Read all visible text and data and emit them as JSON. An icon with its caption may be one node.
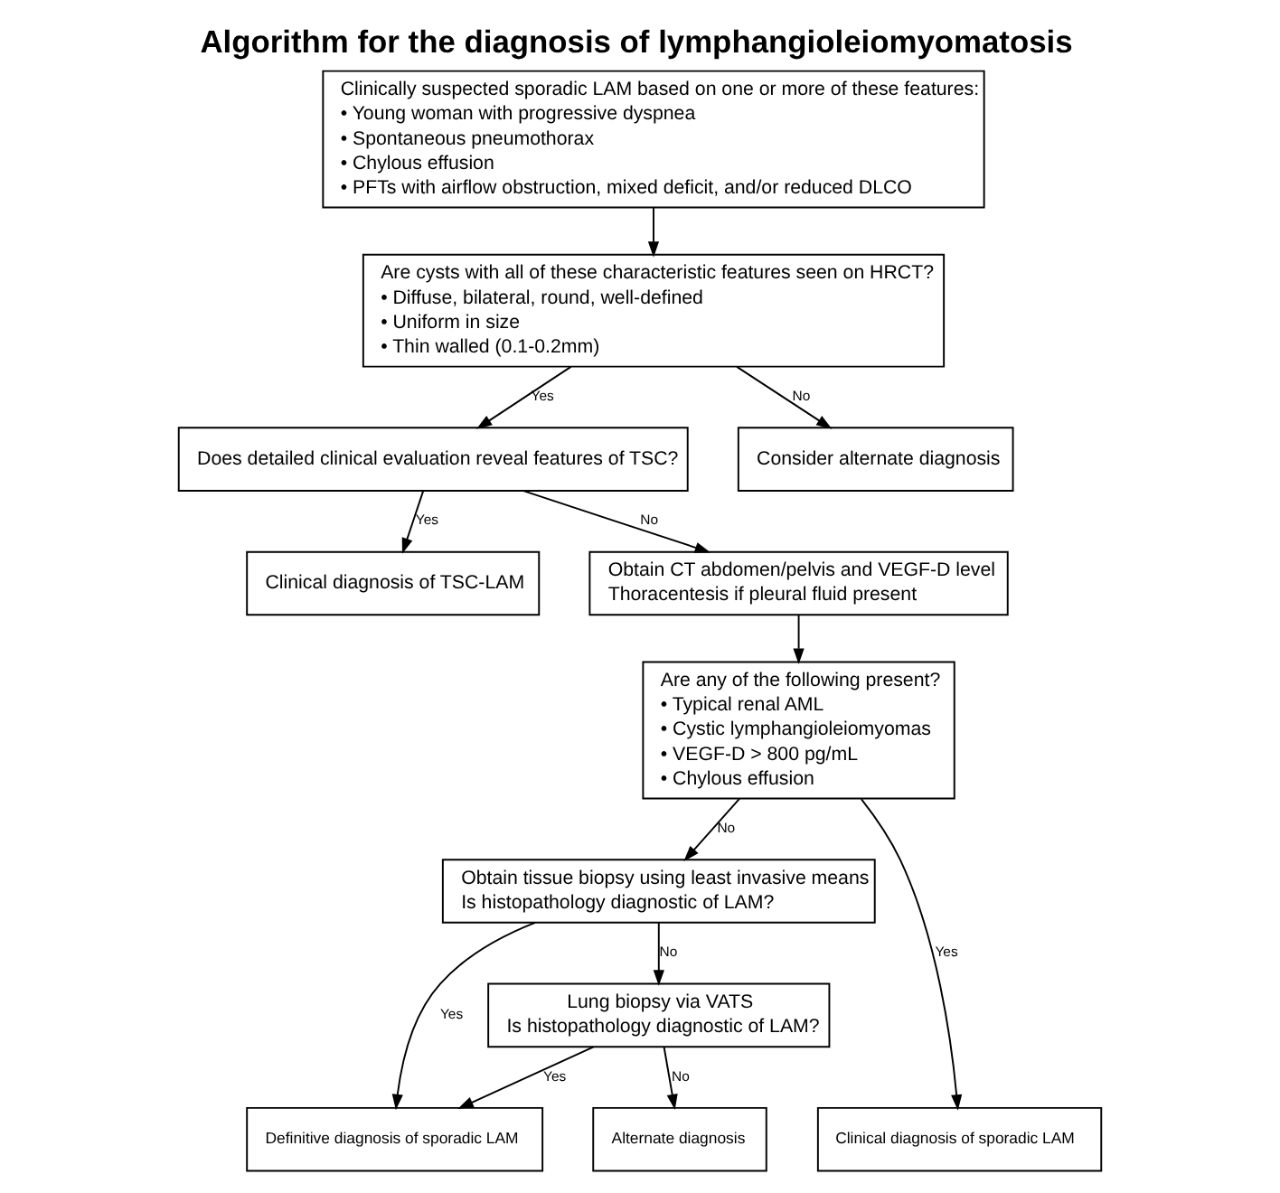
{
  "diagram": {
    "title": "Algorithm for the diagnosis of lymphangioleiomyomatosis",
    "nodes": [
      {
        "text": [
          "Clinically suspected sporadic LAM based on one or more of these features:",
          "• Young woman with progressive dyspnea",
          "• Spontaneous pneumothorax",
          "• Chylous effusion",
          "• PFTs with airflow obstruction, mixed deficit, and/or reduced DLCO"
        ]
      },
      {
        "text": [
          "Are cysts with all of these characteristic features seen on HRCT?",
          "• Diffuse, bilateral, round, well-defined",
          "• Uniform in size",
          "• Thin walled (0.1-0.2mm)"
        ]
      },
      {
        "text": [
          "Does detailed clinical evaluation reveal features of TSC?"
        ]
      },
      {
        "text": [
          "Consider alternate diagnosis"
        ]
      },
      {
        "text": [
          "Clinical diagnosis of TSC-LAM"
        ]
      },
      {
        "text": [
          "Obtain CT abdomen/pelvis and VEGF-D level",
          "Thoracentesis if pleural fluid present"
        ]
      },
      {
        "text": [
          "Are any of the following present?",
          "• Typical renal AML",
          "• Cystic lymphangioleiomyomas",
          "• VEGF-D > 800 pg/mL",
          "• Chylous effusion"
        ]
      },
      {
        "text": [
          "Obtain tissue biopsy using least invasive means",
          "Is histopathology diagnostic of LAM?"
        ]
      },
      {
        "text": [
          "Clinical diagnosis of sporadic LAM"
        ]
      },
      {
        "text": [
          "Lung biopsy via VATS",
          "Is histopathology diagnostic of LAM?"
        ]
      },
      {
        "text": [
          "Definitive diagnosis of sporadic LAM"
        ]
      },
      {
        "text": [
          "Alternate diagnosis"
        ]
      }
    ],
    "edges": [
      {
        "from": 0,
        "to": 1,
        "arrow": "to"
      },
      {
        "from": 1,
        "to": 2,
        "arrow": "to",
        "label": "Yes"
      },
      {
        "from": 1,
        "to": 3,
        "arrow": "to",
        "label": "No"
      },
      {
        "from": 2,
        "to": 4,
        "arrow": "to",
        "label": "Yes"
      },
      {
        "from": 2,
        "to": 5,
        "arrow": "to",
        "label": "No"
      },
      {
        "from": 5,
        "to": 6,
        "arrow": "to"
      },
      {
        "from": 6,
        "to": 8,
        "arrow": "to",
        "label": "Yes"
      },
      {
        "from": 6,
        "to": 7,
        "arrow": "to",
        "label": "No"
      },
      {
        "from": 7,
        "to": 10,
        "arrow": "to",
        "label": "Yes"
      },
      {
        "from": 7,
        "to": 9,
        "arrow": "to",
        "label": "No"
      },
      {
        "from": 9,
        "to": 10,
        "arrow": "to",
        "label": "Yes"
      },
      {
        "from": 9,
        "to": 11,
        "arrow": "to",
        "label": "No"
      }
    ]
  }
}
